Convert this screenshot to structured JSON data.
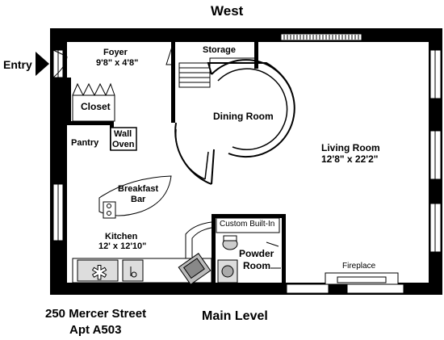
{
  "plan": {
    "orientation": "West",
    "entry": "Entry",
    "address_line1": "250 Mercer Street",
    "address_line2": "Apt A503",
    "level": "Main Level"
  },
  "rooms": {
    "foyer": {
      "name": "Foyer",
      "dims": "9'8\" x 4'8\""
    },
    "storage": {
      "name": "Storage"
    },
    "closet": {
      "name": "Closet"
    },
    "wall_oven": {
      "line1": "Wall",
      "line2": "Oven"
    },
    "pantry": {
      "name": "Pantry"
    },
    "dining": {
      "name": "Dining Room"
    },
    "living": {
      "name": "Living Room",
      "dims": "12'8\" x 22'2\""
    },
    "breakfast_bar": {
      "line1": "Breakfast",
      "line2": "Bar"
    },
    "kitchen": {
      "name": "Kitchen",
      "dims": "12' x 12'10\""
    },
    "custom_builtin": {
      "name": "Custom Built-In"
    },
    "powder": {
      "line1": "Powder",
      "line2": "Room"
    },
    "fireplace": {
      "name": "Fireplace"
    }
  }
}
